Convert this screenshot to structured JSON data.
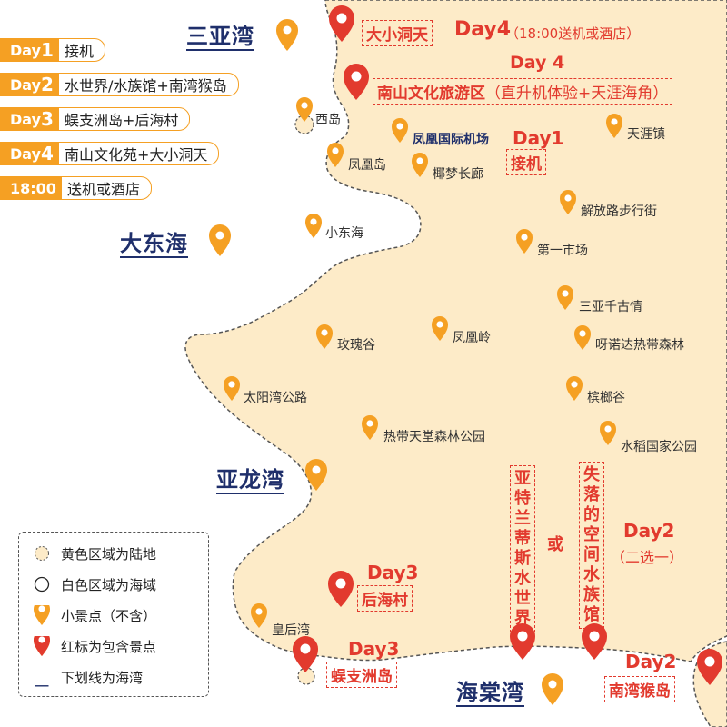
{
  "colors": {
    "land": "#fdebc8",
    "land_border": "#555555",
    "pin_orange": "#f5a023",
    "pin_red": "#e23a2e",
    "bay_navy": "#1f2f6b"
  },
  "itinerary": [
    {
      "day_prefix": "Day",
      "day_num": "1",
      "text": "接机"
    },
    {
      "day_prefix": "Day",
      "day_num": "2",
      "text": "水世界/水族馆+南湾猴岛"
    },
    {
      "day_prefix": "Day",
      "day_num": "3",
      "text": "蜈支洲岛+后海村"
    },
    {
      "day_prefix": "Day",
      "day_num": "4",
      "text": "南山文化苑+大小洞天"
    },
    {
      "day_prefix": "",
      "day_num": "18:00",
      "text": "送机或酒店"
    }
  ],
  "bays": {
    "sanya": "三亚湾",
    "dadonghai": "大东海",
    "yalong": "亚龙湾",
    "haitang": "海棠湾"
  },
  "small_spots": {
    "xidao": "西岛",
    "fenghuangdao": "凤凰岛",
    "yemeng": "椰梦长廊",
    "xiaodonghai": "小东海",
    "tianya": "天涯镇",
    "jiefang": "解放路步行街",
    "diyi": "第一市场",
    "qiangu": "三亚千古情",
    "meigui": "玫瑰谷",
    "fenghuangling": "凤凰岭",
    "yanuoda": "呀诺达热带森林",
    "taiyangwan": "太阳湾公路",
    "binlang": "槟榔谷",
    "redai": "热带天堂森林公园",
    "shuidao": "水稻国家公园",
    "huanghou": "皇后湾"
  },
  "airport": "凤凰国际机场",
  "highlights": {
    "daxiao": {
      "label": "大小洞天",
      "day": "Day4",
      "note": "（18:00送机或酒店）"
    },
    "nanshan": {
      "day": "Day 4",
      "label": "南山文化旅游区",
      "note": "（直升机体验+天涯海角）"
    },
    "jieji": {
      "day": "Day1",
      "label": "接机"
    },
    "atlantis": "亚特兰蒂斯水世界",
    "or_text": "或",
    "lost": "失落的空间水族馆",
    "day2": {
      "day": "Day2",
      "note": "（二选一）"
    },
    "houhai": {
      "day": "Day3",
      "label": "后海村"
    },
    "wuzhizhou": {
      "day": "Day3",
      "label": "蜈支洲岛"
    },
    "monkey": {
      "day": "Day2",
      "label": "南湾猴岛"
    }
  },
  "key": {
    "land": "黄色区域为陆地",
    "sea": "白色区域为海域",
    "small": "小景点（不含）",
    "red": "红标为包含景点",
    "underline_symbol": "__",
    "underline": "下划线为海湾"
  }
}
